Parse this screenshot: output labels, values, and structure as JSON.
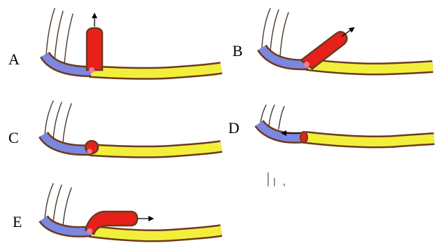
{
  "panels": [
    {
      "label": "A"
    },
    {
      "label": "B"
    },
    {
      "label": "C"
    },
    {
      "label": "D"
    },
    {
      "label": "E"
    }
  ],
  "colors": {
    "outline": "#6b3a1f",
    "yellow_segment": "#f2ef3a",
    "blue_segment": "#7b87e0",
    "red_segment": "#e8201a",
    "pink_joint": "#f07aa0",
    "hairs": "#4a3a2a",
    "arrow": "#000000",
    "background": "#ffffff"
  },
  "icons": [
    "arrow-up-icon",
    "arrow-diagonal-icon",
    "arrow-left-icon",
    "arrow-right-icon"
  ]
}
